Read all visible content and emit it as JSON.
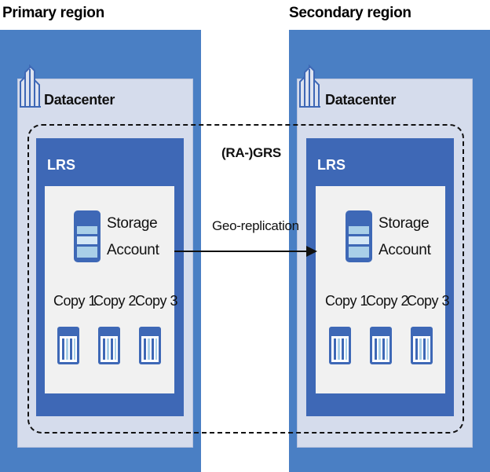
{
  "primary": {
    "region_label": "Primary region",
    "datacenter_label": "Datacenter",
    "lrs_label": "LRS",
    "storage_line1": "Storage",
    "storage_line2": "Account",
    "copies": [
      "Copy 1",
      "Copy 2",
      "Copy 3"
    ]
  },
  "secondary": {
    "region_label": "Secondary region",
    "datacenter_label": "Datacenter",
    "lrs_label": "LRS",
    "storage_line1": "Storage",
    "storage_line2": "Account",
    "copies": [
      "Copy 1",
      "Copy 2",
      "Copy 3"
    ]
  },
  "link": {
    "grs_label": "(RA-)GRS",
    "replication_label": "Geo-replication"
  },
  "colors": {
    "region": "#4a7fc4",
    "datacenter": "#d5dcec",
    "lrs": "#3e68b6",
    "inner": "#f1f1f1",
    "icon_blue": "#3e68b6",
    "icon_light": "#a9cfe8"
  },
  "icons": [
    "building-icon",
    "storage-account-icon",
    "blob-copy-icon"
  ]
}
